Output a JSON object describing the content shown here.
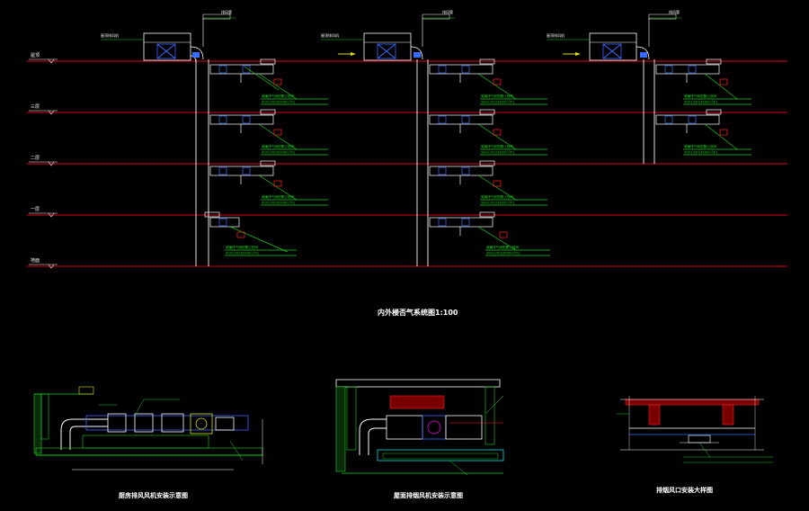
{
  "colors": {
    "background": "#000000",
    "floor_line": "#d8001c",
    "duct": "#ffffff",
    "annotation": "#19d219",
    "fan": "#3a6bff",
    "accent_red": "#ff2020",
    "accent_yellow": "#e0e000",
    "cyan": "#00e0e0",
    "magenta": "#e000e0"
  },
  "main_title": "内外楼否气系统图1:100",
  "floor_labels": [
    "屋顶",
    "三层",
    "二层",
    "一层",
    "地面"
  ],
  "riser_top_labels": [
    "排风管",
    "排风管",
    "排风管"
  ],
  "fan_top_labels": [
    "屋顶排风机",
    "屋顶排风机",
    "屋顶排风机"
  ],
  "branch_note_line1": "威廉排气扇配置止回阀",
  "branch_note_line2": "900×250(3500m³/h)",
  "details": [
    {
      "title": "厨房排风风机安装示意图"
    },
    {
      "title": "屋面排烟风机安装示意图"
    },
    {
      "title": "排烟风口安装大样图"
    }
  ]
}
